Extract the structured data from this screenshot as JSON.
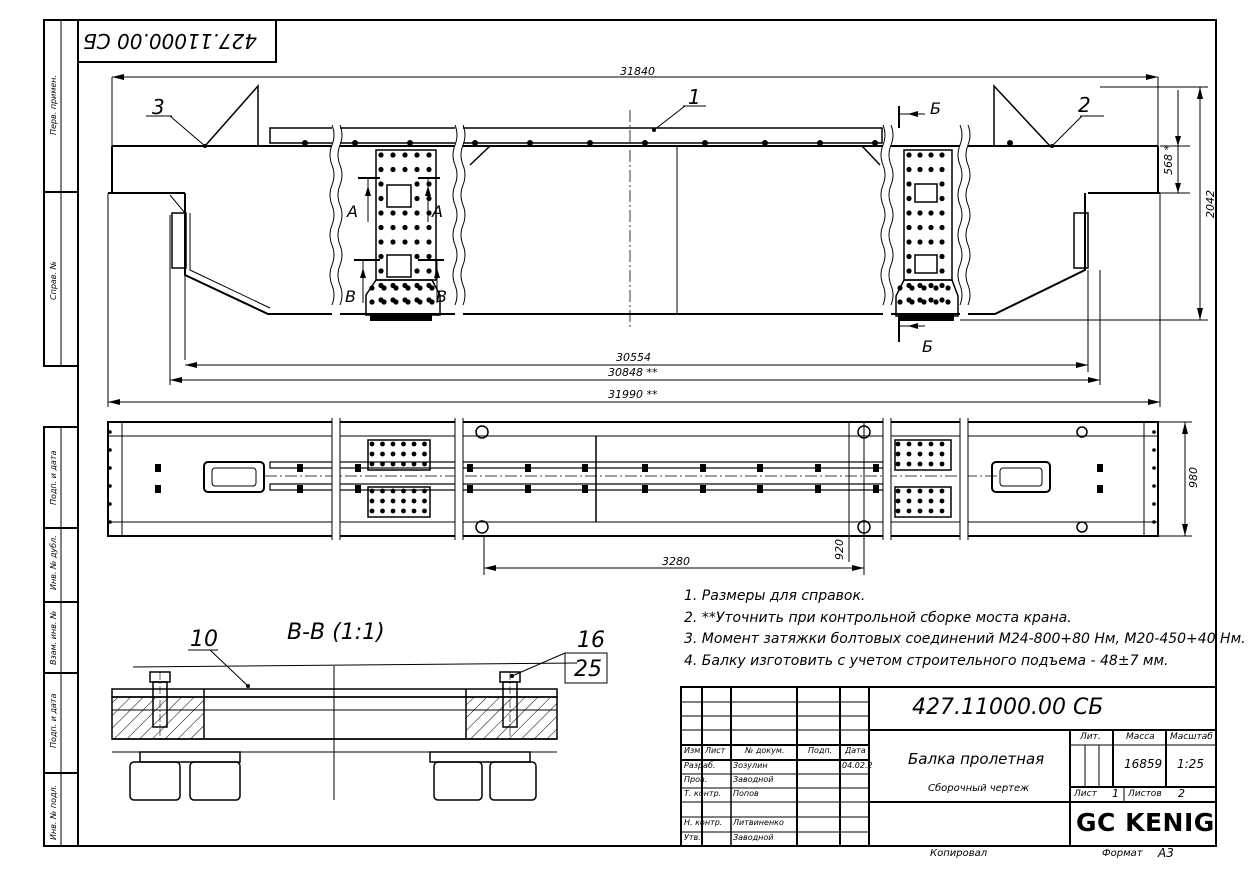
{
  "frame": {
    "doc_code": "427.11000.00 СБ",
    "doc_code_rotated": "427.11000.00 СБ"
  },
  "side_stamps": [
    "Перв. примен.",
    "Справ. №",
    "Подп. и дата",
    "Инв. № дубл.",
    "Взам. инв. №",
    "Подп. и дата",
    "Инв. № подл."
  ],
  "front_view": {
    "dims": {
      "overall_top": "31840",
      "height": "2042",
      "upper_height": "568 *",
      "span_inner": "30554",
      "span_mid": "30848 **",
      "span_outer": "31990 **"
    },
    "callouts": {
      "c1": "1",
      "c2": "2",
      "c3": "3"
    },
    "section_marks": {
      "a_left": "A",
      "a_right": "A",
      "v_left": "В",
      "v_right": "В",
      "b_top": "Б",
      "b_bottom": "Б"
    }
  },
  "plan_view": {
    "dims": {
      "width": "980",
      "offset": "920",
      "spacing": "3280"
    }
  },
  "section": {
    "title": "В-В (1:1)",
    "callouts": {
      "c10": "10",
      "c16": "16",
      "c25": "25"
    }
  },
  "notes": [
    "1. Размеры для справок.",
    "2. **Уточнить при контрольной сборке моста крана.",
    "3. Момент затяжки болтовых соединений М24-800+80 Нм, М20-450+40 Нм.",
    "4. Балку изготовить с учетом строительного подъема - 48±7 мм."
  ],
  "title_block": {
    "designation": "427.11000.00 СБ",
    "name": "Балка пролетная",
    "doc_type": "Сборочный чертеж",
    "header_row": [
      "Изм.",
      "Лист",
      "№ докум.",
      "Подп.",
      "Дата"
    ],
    "rows": [
      {
        "role": "Разраб.",
        "name": "Зозулин",
        "date": "04.02.2"
      },
      {
        "role": "Пров.",
        "name": "Заводной",
        "date": ""
      },
      {
        "role": "Т. контр.",
        "name": "Попов",
        "date": ""
      },
      {
        "role": "Н. контр.",
        "name": "Литвиненко",
        "date": ""
      },
      {
        "role": "Утв.",
        "name": "Заводной",
        "date": ""
      }
    ],
    "lit_label": "Лит.",
    "mass_label": "Масса",
    "scale_label": "Масштаб",
    "mass": "16859",
    "scale": "1:25",
    "sheet_label": "Лист",
    "sheet": "1",
    "sheets_label": "Листов",
    "sheets": "2",
    "company": "GC KENIG",
    "copied": "Копировал",
    "format_label": "Формат",
    "format": "A3"
  }
}
